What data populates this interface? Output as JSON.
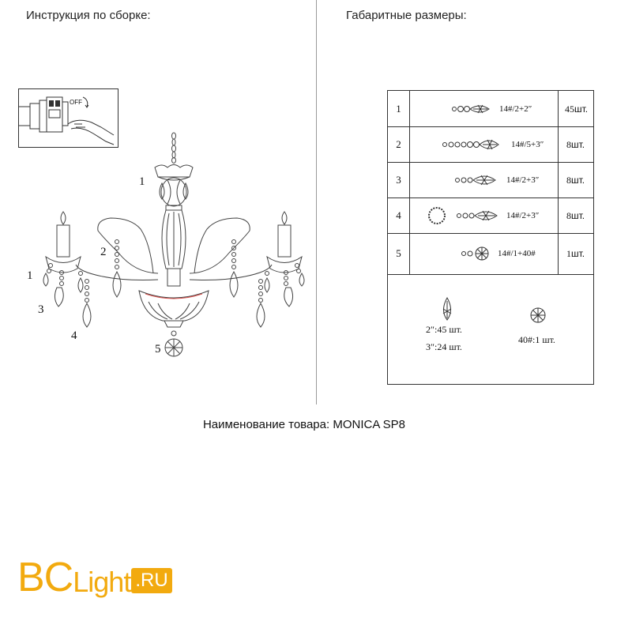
{
  "headings": {
    "assembly": "Инструкция по сборке:",
    "dimensions": "Габаритные размеры:"
  },
  "switch_label": "OFF",
  "product_name": "Наименование товара: MONICA SP8",
  "chandelier_labels": {
    "label_top": "1",
    "label_arm": "2",
    "label_left_1": "1",
    "label_left_3": "3",
    "label_left_4": "4",
    "label_bottom_5": "5"
  },
  "parts": [
    {
      "num": "1",
      "spec": "14#/2+2″",
      "qty": "45",
      "unit": "шт."
    },
    {
      "num": "2",
      "spec": "14#/5+3″",
      "qty": "8",
      "unit": "шт."
    },
    {
      "num": "3",
      "spec": "14#/2+3″",
      "qty": "8",
      "unit": "шт."
    },
    {
      "num": "4",
      "spec": "14#/2+3″",
      "qty": "8",
      "unit": "шт."
    },
    {
      "num": "5",
      "spec": "14#/1+40#",
      "qty": "1",
      "unit": "шт."
    }
  ],
  "legend": {
    "drop_2in": "2″:45 шт.",
    "drop_3in": "3″:24 шт.",
    "ball_40": "40#:1 шт."
  },
  "logo": {
    "bc": "BC",
    "light": "Light",
    "ru": ".RU",
    "color": "#f2aa0f"
  }
}
